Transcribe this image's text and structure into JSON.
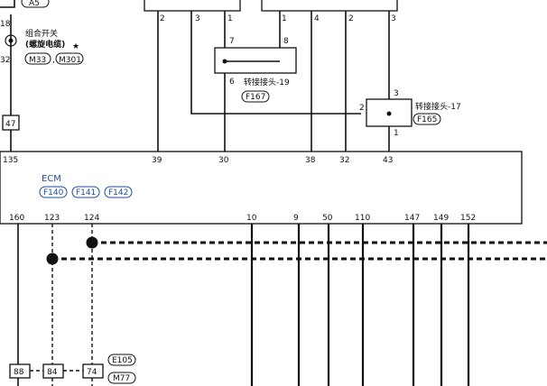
{
  "left_top": {
    "connector_top_label": "A5",
    "pin_18": "18",
    "pin_32": "32",
    "switch_label": "组合开关",
    "switch_sublabel": "(螺旋电缆)",
    "star": "★",
    "connectors": [
      "M33",
      "M301"
    ],
    "box_47": "47"
  },
  "top_pins_left": [
    "2",
    "3",
    "1"
  ],
  "top_pins_right": [
    "1",
    "4",
    "2",
    "3"
  ],
  "junction_19": {
    "label": "转接接头-19",
    "connector": "F167",
    "pins": [
      "7",
      "8",
      "6"
    ]
  },
  "junction_17": {
    "label": "转接接头-17",
    "connector": "F165",
    "pins": [
      "2",
      "3",
      "1"
    ]
  },
  "ecm": {
    "title": "ECM",
    "connectors": [
      "F140",
      "F141",
      "F142"
    ],
    "top_pins": [
      "135",
      "39",
      "30",
      "38",
      "32",
      "43"
    ],
    "bottom_pins": [
      "160",
      "123",
      "124",
      "10",
      "9",
      "50",
      "110",
      "147",
      "149",
      "152"
    ]
  },
  "bottom": {
    "boxes": [
      "88",
      "84",
      "74"
    ],
    "connectors": [
      "E105",
      "M77"
    ]
  }
}
